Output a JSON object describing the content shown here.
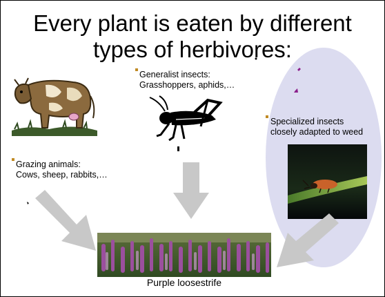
{
  "slide": {
    "title_line1": "Every plant is eaten by different",
    "title_line2": "types of herbivores:"
  },
  "groups": [
    {
      "id": "grazing",
      "line1": "Grazing animals:",
      "line2": "Cows, sheep, rabbits,…"
    },
    {
      "id": "generalist",
      "line1": "Generalist insects:",
      "line2": "Grasshoppers, aphids,…"
    },
    {
      "id": "specialized",
      "line1": "Specialized insects",
      "line2": "closely adapted to weed"
    }
  ],
  "target": {
    "caption": "Purple loosestrife"
  },
  "colors": {
    "bullet": "#c08a24",
    "oval": "#dcdcf0",
    "arrow": "#c8c8c8",
    "flower": "#9b4f9e",
    "stray_mark": "#8b1f8b"
  },
  "icons": [
    "cow-clipart-icon",
    "grasshopper-icon",
    "beetle-photo",
    "loosestrife-photo"
  ]
}
